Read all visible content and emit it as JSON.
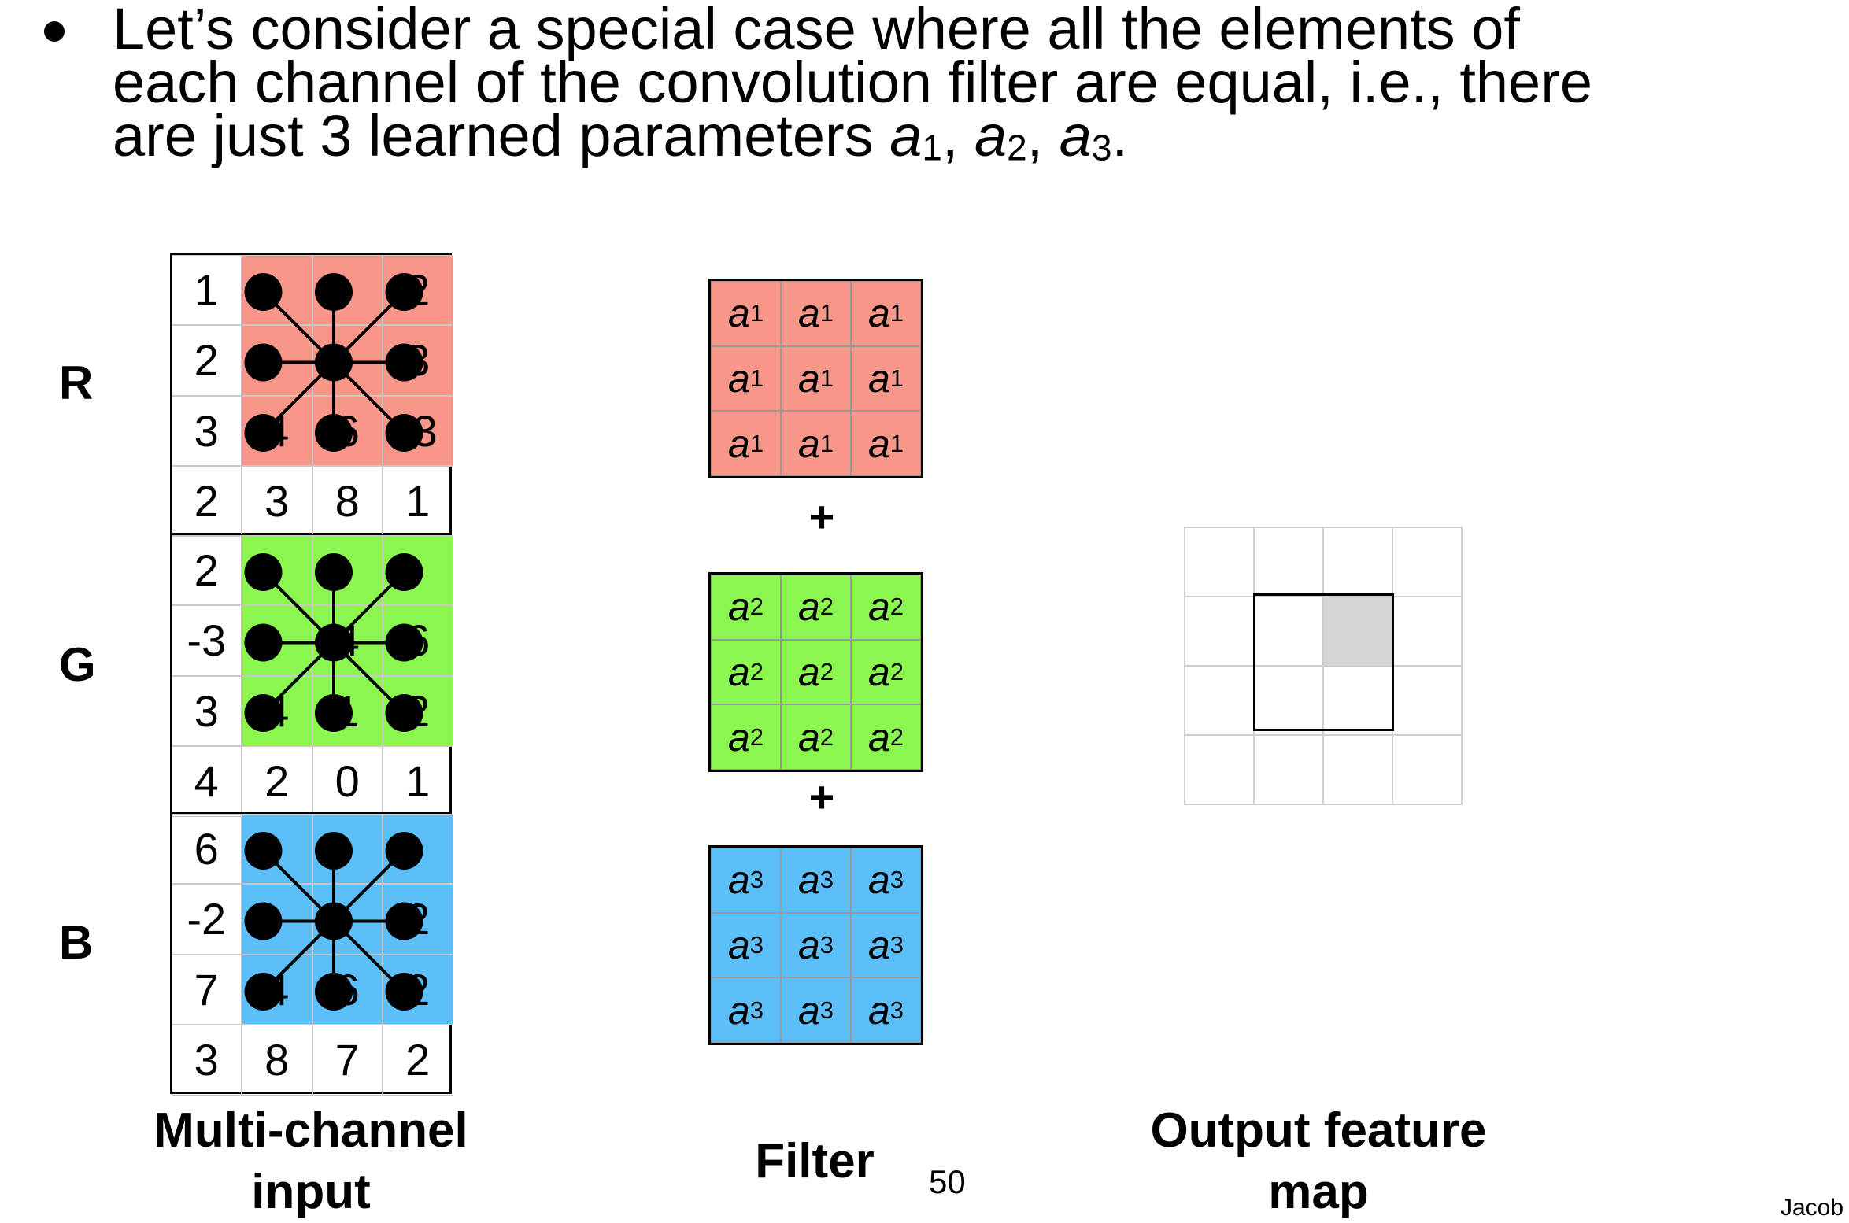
{
  "bullet": {
    "line1": "Let’s consider a special case where all the elements of",
    "line2": "each channel of the convolution filter are equal, i.e., there",
    "line3_prefix": "are just 3 learned parameters ",
    "param_a": "a",
    "sub1": "1",
    "sub2": "2",
    "sub3": "3",
    "sep": ", ",
    "period": "."
  },
  "channels": [
    {
      "label": "R",
      "label_color": "#e8321e",
      "fill": "#f6978a",
      "left_col": [
        "1",
        "2",
        "3",
        "2"
      ],
      "hidden_under_dots": [
        "",
        "",
        "2",
        "",
        "",
        "3",
        "4",
        "6",
        "-3"
      ],
      "bottom_row": [
        "3",
        "8",
        "1"
      ]
    },
    {
      "label": "G",
      "label_color": "#2fae1f",
      "fill": "#8af64f",
      "left_col": [
        "2",
        "-3",
        "3",
        "4"
      ],
      "hidden_under_dots": [
        "",
        "",
        "",
        "",
        "4",
        "6",
        "4",
        "1",
        "2"
      ],
      "bottom_row": [
        "2",
        "0",
        "1"
      ]
    },
    {
      "label": "B",
      "label_color": "#18a0ef",
      "fill": "#5cbffa",
      "left_col": [
        "6",
        "-2",
        "7",
        "3"
      ],
      "hidden_under_dots": [
        "",
        "",
        "",
        "",
        "",
        "2",
        "4",
        "6",
        "2"
      ],
      "bottom_row": [
        "8",
        "7",
        "2"
      ]
    }
  ],
  "filter": {
    "channels": [
      {
        "symbol": "a",
        "sub": "1",
        "fill": "#f6978a"
      },
      {
        "symbol": "a",
        "sub": "2",
        "fill": "#8af64f"
      },
      {
        "symbol": "a",
        "sub": "3",
        "fill": "#5cbffa"
      }
    ],
    "plus": "+"
  },
  "output": {
    "rows": 4,
    "cols": 4,
    "highlight_cell": [
      1,
      2
    ],
    "highlight_color": "#d6d6d6"
  },
  "captions": {
    "input": [
      "Multi-channel",
      "input"
    ],
    "filter": "Filter",
    "output": [
      "Output feature",
      "map"
    ]
  },
  "page_number": "50",
  "footer_credit": "Jacob"
}
